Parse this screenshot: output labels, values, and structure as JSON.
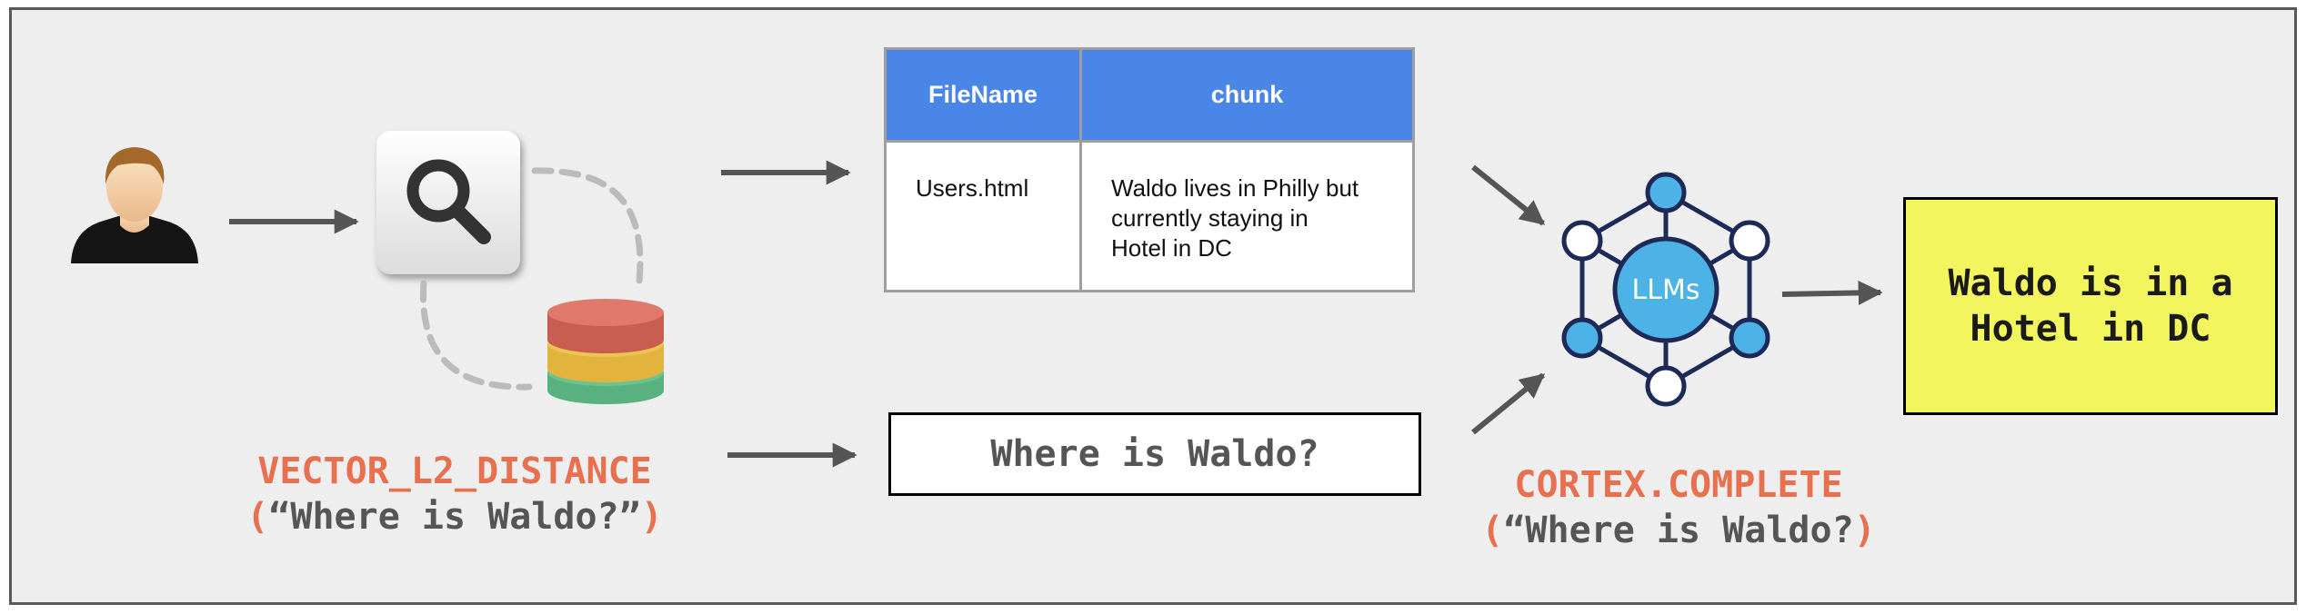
{
  "colors": {
    "panel_bg": "#eeeeee",
    "table_header": "#4a86e8",
    "function_name": "#e8704f",
    "answer_bg": "#f2f55e",
    "llm_node": "#2f6db5",
    "arrow": "#555555"
  },
  "icons": {
    "user": "user-avatar-icon",
    "search": "magnifier-icon",
    "database": "database-icon",
    "llm": "llm-network-icon"
  },
  "table": {
    "headers": [
      "FileName",
      "chunk"
    ],
    "rows": [
      {
        "file_name": "Users.html",
        "chunk_lines": [
          "Waldo lives in Philly but",
          "currently staying in",
          "Hotel in DC"
        ]
      }
    ]
  },
  "retrieval": {
    "function": "VECTOR_L2_DISTANCE",
    "open_paren": "(",
    "argument": "“Where is Waldo?”",
    "close_paren": ")"
  },
  "query_box": {
    "text": "Where is Waldo?"
  },
  "llm": {
    "label": "LLMs",
    "function": "CORTEX.COMPLETE",
    "open_paren": "(",
    "argument": "“Where is Waldo?",
    "close_paren": ")"
  },
  "answer": {
    "lines": [
      "Waldo is in a",
      "Hotel in DC"
    ]
  }
}
